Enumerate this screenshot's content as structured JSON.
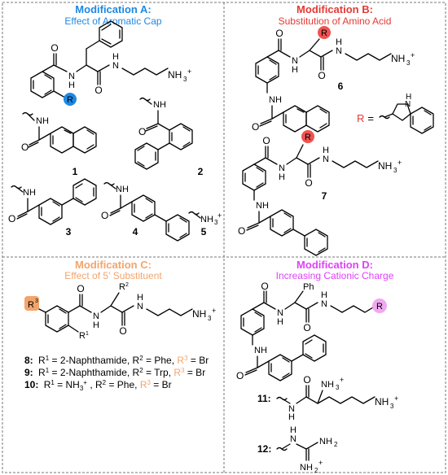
{
  "colors": {
    "mod_a": "#1e88e5",
    "mod_b": "#e53935",
    "mod_c": "#f4a46a",
    "mod_d": "#e040fb",
    "highlight_a": "#1e88e5",
    "highlight_b": "#ef5350",
    "highlight_c": "#f4a46a",
    "highlight_d": "#f0a8f0",
    "panel_border": "#777777"
  },
  "panels": {
    "a": {
      "title": "Modification A:",
      "subtitle": "Effect of Aromatic Cap"
    },
    "b": {
      "title": "Modification B:",
      "subtitle": "Substitution of Amino Acid"
    },
    "c": {
      "title": "Modification C:",
      "subtitle": "Effect of 5' Substituent"
    },
    "d": {
      "title": "Modification D:",
      "subtitle": "Increasing Cationic Charge"
    }
  },
  "atoms": {
    "nh": "NH",
    "n": "N",
    "h": "H",
    "o": "O",
    "nh3": "NH",
    "plus": "+",
    "three": "3",
    "r": "R",
    "r1": "R",
    "r2": "R",
    "r3": "R",
    "one": "1",
    "two": "2",
    "ph": "Ph",
    "nh2": "NH",
    "nh2p": "NH"
  },
  "compounds": [
    "1",
    "2",
    "3",
    "4",
    "5",
    "6",
    "7",
    "8",
    "9",
    "10",
    "11",
    "12"
  ],
  "legend_b": {
    "r_equals": "R ="
  },
  "legend_c": [
    {
      "num": "8:",
      "r1_val": " = 2-Naphthamide, ",
      "r2_val": " = Phe, ",
      "r3_val": " = Br"
    },
    {
      "num": "9:",
      "r1_val": " = 2-Naphthamide, ",
      "r2_val": " = Trp, ",
      "r3_val": " = Br"
    },
    {
      "num": "10:",
      "r1_val": " = NH",
      "r1_plus": "+",
      "r2_val": ", R",
      "r2_sup": "2",
      "r2_tail": " = Phe, ",
      "r3_val": " = Br"
    }
  ],
  "legend_d": [
    {
      "num": "11:"
    },
    {
      "num": "12:"
    }
  ]
}
